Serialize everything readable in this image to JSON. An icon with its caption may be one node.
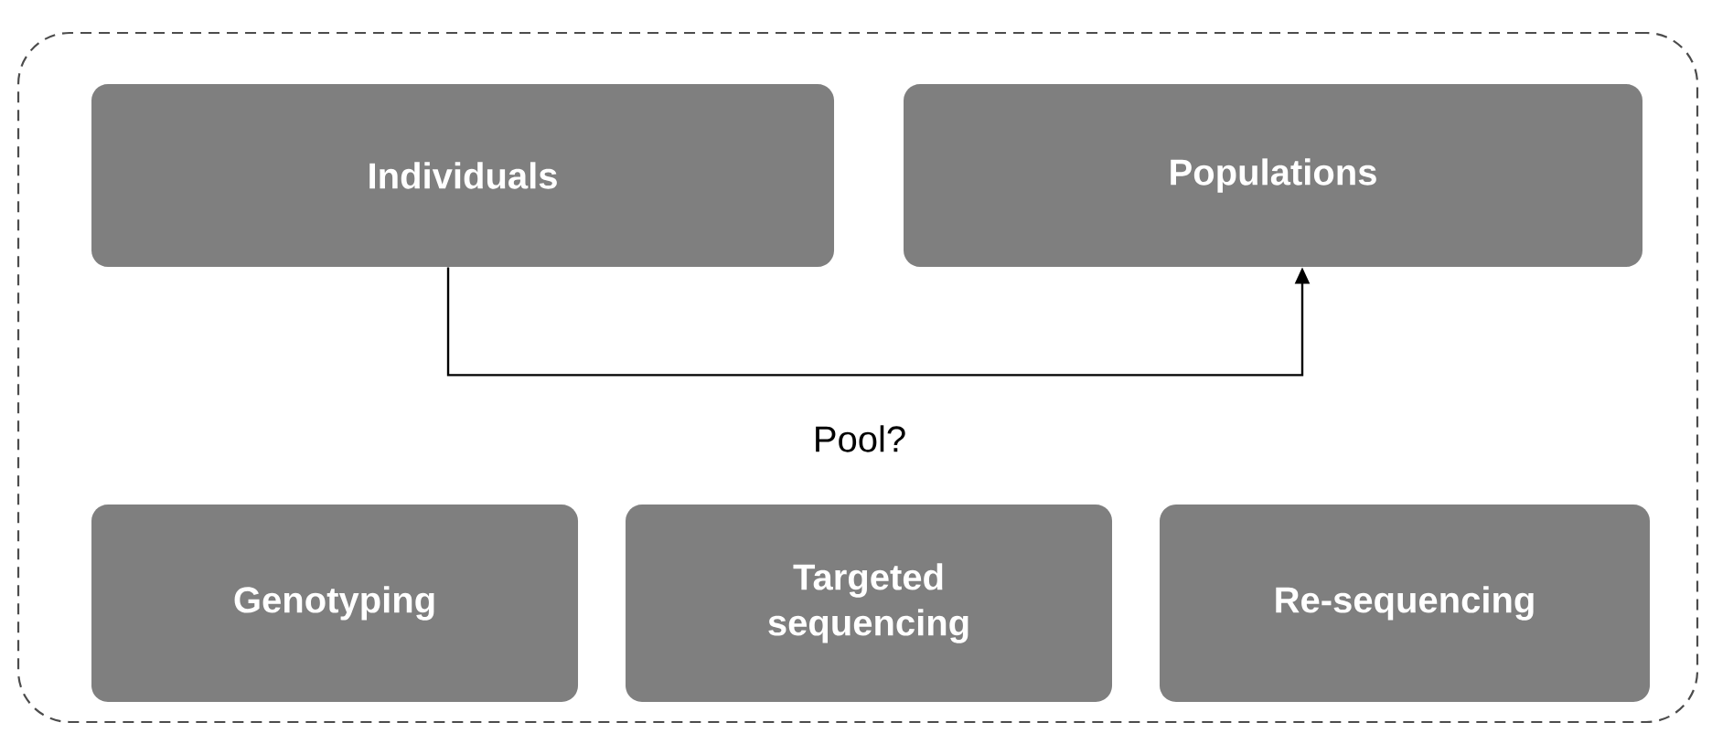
{
  "diagram": {
    "nodes": [
      {
        "text": [],
        "shape": "box"
      },
      {
        "text": [
          "Individuals"
        ],
        "in": 0
      },
      {
        "text": [
          "Populations"
        ],
        "in": 0
      },
      {
        "text": [
          "Genotyping"
        ],
        "in": 0
      },
      {
        "text": [
          "Targeted sequencing"
        ],
        "in": 0
      },
      {
        "text": [
          "Re-sequencing"
        ],
        "in": 0
      }
    ],
    "edges": [
      {
        "from": 1,
        "to": 2,
        "arrow": "to",
        "label": "Pool?"
      }
    ]
  }
}
